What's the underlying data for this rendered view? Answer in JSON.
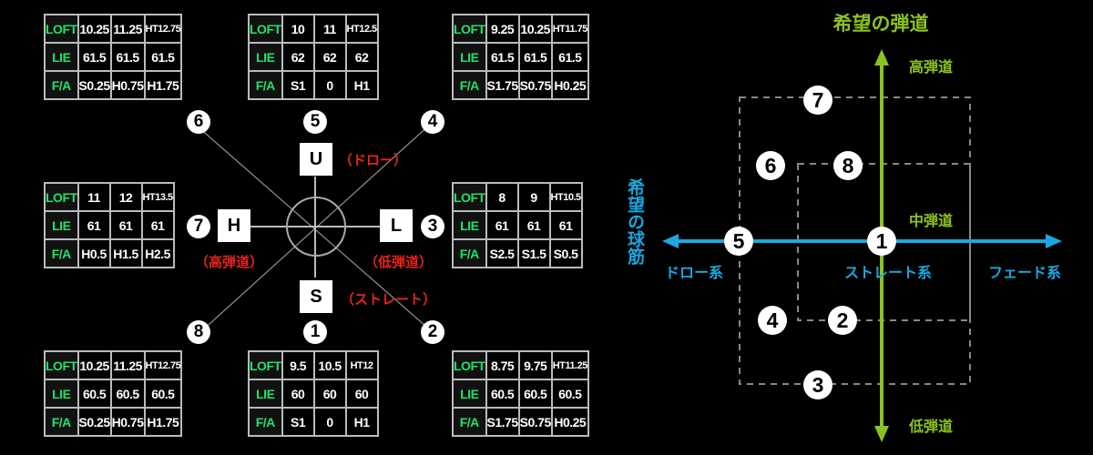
{
  "left": {
    "tables": [
      {
        "id": "6",
        "loft": [
          "10.25",
          "11.25",
          "HT12.75"
        ],
        "lie": [
          "61.5",
          "61.5",
          "61.5"
        ],
        "fa": [
          "S0.25",
          "H0.75",
          "H1.75"
        ]
      },
      {
        "id": "5",
        "loft": [
          "10",
          "11",
          "HT12.5"
        ],
        "lie": [
          "62",
          "62",
          "62"
        ],
        "fa": [
          "S1",
          "0",
          "H1"
        ]
      },
      {
        "id": "4",
        "loft": [
          "9.25",
          "10.25",
          "HT11.75"
        ],
        "lie": [
          "61.5",
          "61.5",
          "61.5"
        ],
        "fa": [
          "S1.75",
          "S0.75",
          "H0.25"
        ]
      },
      {
        "id": "7",
        "loft": [
          "11",
          "12",
          "HT13.5"
        ],
        "lie": [
          "61",
          "61",
          "61"
        ],
        "fa": [
          "H0.5",
          "H1.5",
          "H2.5"
        ]
      },
      {
        "id": "3",
        "loft": [
          "8",
          "9",
          "HT10.5"
        ],
        "lie": [
          "61",
          "61",
          "61"
        ],
        "fa": [
          "S2.5",
          "S1.5",
          "S0.5"
        ]
      },
      {
        "id": "8",
        "loft": [
          "10.25",
          "11.25",
          "HT12.75"
        ],
        "lie": [
          "60.5",
          "60.5",
          "60.5"
        ],
        "fa": [
          "S0.25",
          "H0.75",
          "H1.75"
        ]
      },
      {
        "id": "1",
        "loft": [
          "9.5",
          "10.5",
          "HT12"
        ],
        "lie": [
          "60",
          "60",
          "60"
        ],
        "fa": [
          "S1",
          "0",
          "H1"
        ]
      },
      {
        "id": "2",
        "loft": [
          "8.75",
          "9.75",
          "HT11.25"
        ],
        "lie": [
          "60.5",
          "60.5",
          "60.5"
        ],
        "fa": [
          "S1.75",
          "S0.75",
          "H0.25"
        ]
      }
    ],
    "row_labels": {
      "loft": "LOFT",
      "lie": "LIE",
      "fa": "F/A"
    },
    "weights": {
      "U": "U",
      "H": "H",
      "L": "L",
      "S": "S"
    },
    "weight_notes": {
      "U": "（ドロー）",
      "H": "（高弾道）",
      "L": "（低弾道）",
      "S": "（ストレート）"
    },
    "numbers": [
      "❶",
      "❷",
      "❸",
      "❹",
      "❺",
      "❻",
      "❼",
      "❽"
    ]
  },
  "right": {
    "title": "希望の弾道",
    "high": "高弾道",
    "mid": "中弾道",
    "low": "低弾道",
    "axis_title": "希望の球筋",
    "draw": "ドロー系",
    "straight": "ストレート系",
    "fade": "フェード系",
    "colors": {
      "green": "#8cc21f",
      "blue": "#19a8e0",
      "red": "#e8231f",
      "table_label": "#1fe36a"
    }
  }
}
